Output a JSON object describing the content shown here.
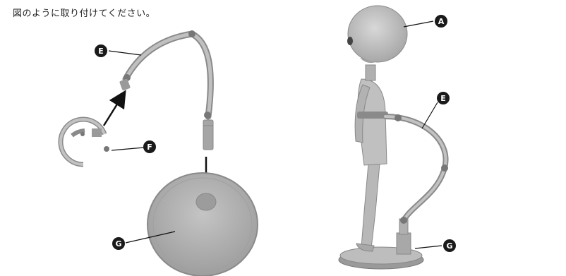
{
  "instruction": "図のように取り付けてください。",
  "labels": {
    "a": "A",
    "e_left": "E",
    "f": "F",
    "g_left": "G",
    "e_right": "E",
    "g_right": "G"
  },
  "colors": {
    "part_gray": "#a9a9a9",
    "part_dark": "#7d7d7d",
    "base_light": "#b3b3b3",
    "callout_fill": "#1a1a1a",
    "arrow": "#111111"
  }
}
